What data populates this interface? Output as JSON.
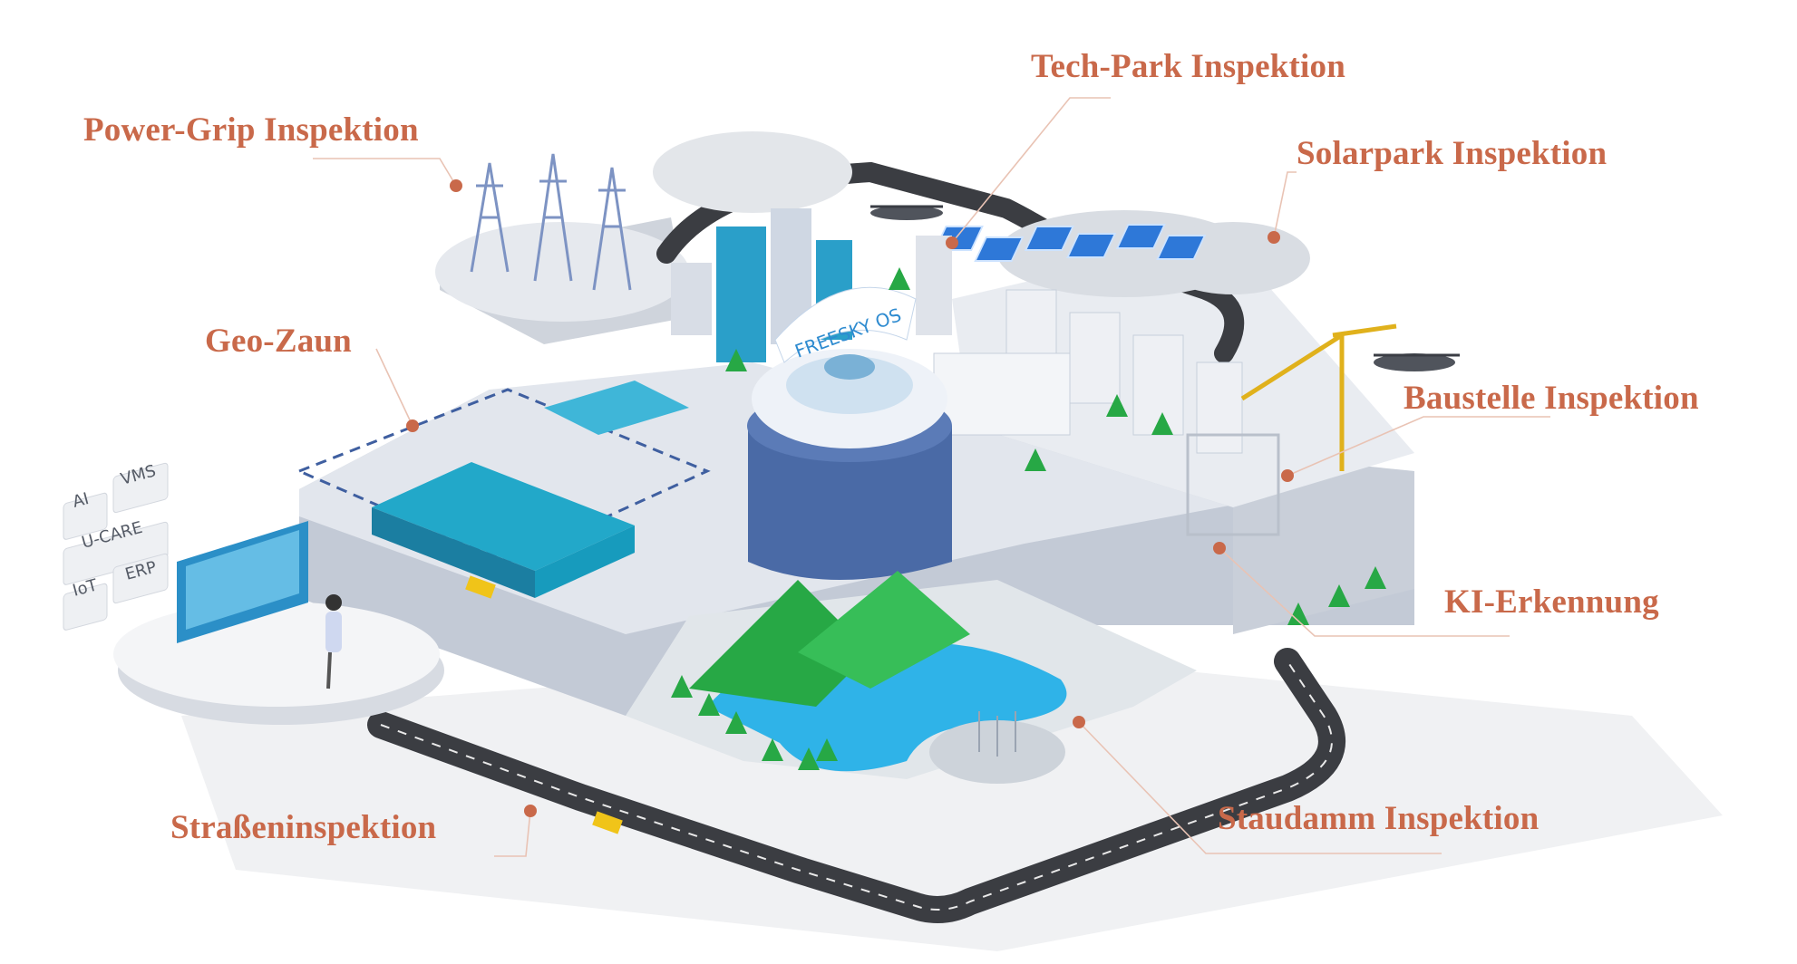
{
  "callouts": {
    "tech_park": "Tech-Park Inspektion",
    "power_grip": "Power-Grip Inspektion",
    "solarpark": "Solarpark Inspektion",
    "geo_zaun": "Geo-Zaun",
    "baustelle": "Baustelle Inspektion",
    "ki_erkennung": "KI-Erkennung",
    "strassen": "Straßeninspektion",
    "staudamm": "Staudamm Inspektion"
  },
  "tower": {
    "brand": "FREESKY OS"
  },
  "tiles": {
    "ai": "AI",
    "vms": "VMS",
    "ucare": "U-CARE",
    "iot": "IoT",
    "erp": "ERP"
  },
  "colors": {
    "callout": "#c9694a",
    "platform_top": "#e4e8ee",
    "platform_side": "#b6bfcc",
    "water": "#2fb3e8",
    "mountain": "#27a845",
    "road": "#3b3d42",
    "tower": "#4a6aa6",
    "building_glass": "#2a9fc9"
  }
}
